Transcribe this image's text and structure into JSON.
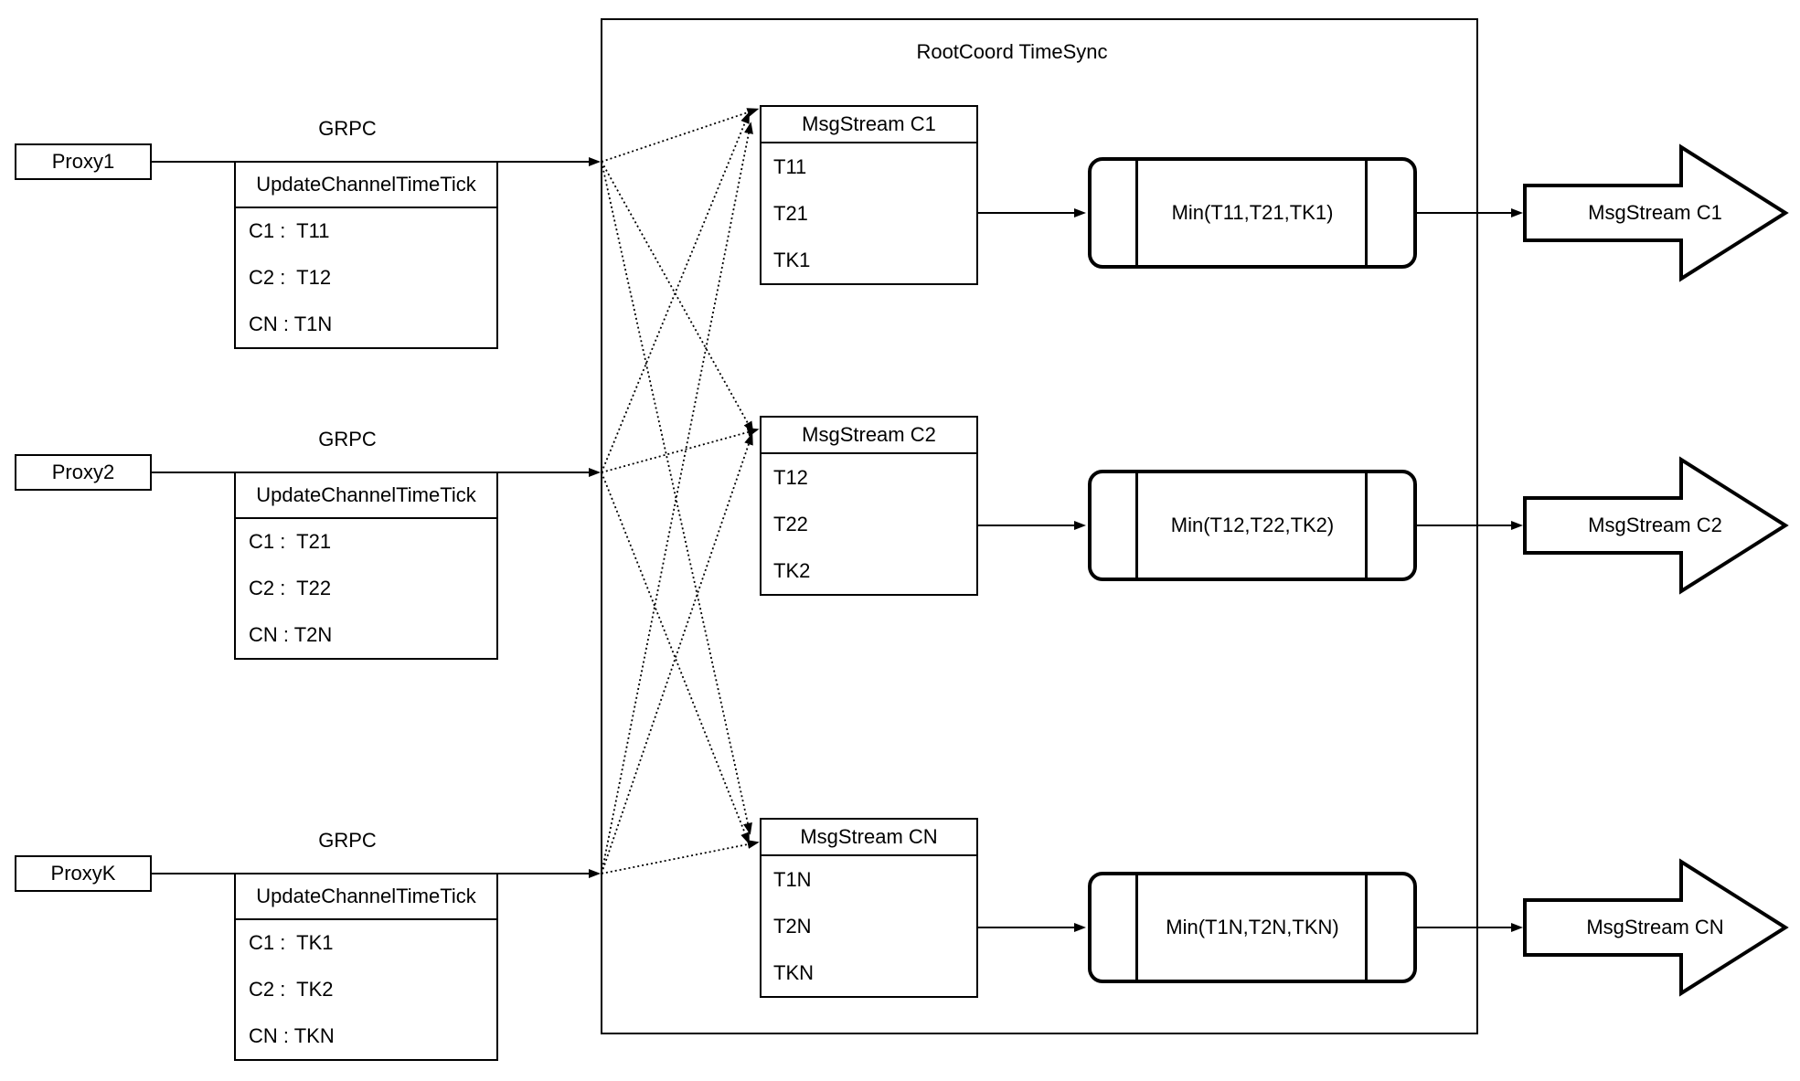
{
  "diagram": {
    "container_title": "RootCoord TimeSync",
    "proxies": [
      {
        "label": "Proxy1",
        "protocol": "GRPC",
        "table": {
          "header": "UpdateChannelTimeTick",
          "rows": [
            "C1 :  T11",
            "C2 :  T12",
            "CN : T1N"
          ]
        }
      },
      {
        "label": "Proxy2",
        "protocol": "GRPC",
        "table": {
          "header": "UpdateChannelTimeTick",
          "rows": [
            "C1 :  T21",
            "C2 :  T22",
            "CN : T2N"
          ]
        }
      },
      {
        "label": "ProxyK",
        "protocol": "GRPC",
        "table": {
          "header": "UpdateChannelTimeTick",
          "rows": [
            "C1 :  TK1",
            "C2 :  TK2",
            "CN : TKN"
          ]
        }
      }
    ],
    "streams": [
      {
        "title": "MsgStream C1",
        "ticks": [
          "T11",
          "T21",
          "TK1"
        ],
        "min_label": "Min(T11,T21,TK1)",
        "output_label": "MsgStream C1"
      },
      {
        "title": "MsgStream C2",
        "ticks": [
          "T12",
          "T22",
          "TK2"
        ],
        "min_label": "Min(T12,T22,TK2)",
        "output_label": "MsgStream C2"
      },
      {
        "title": "MsgStream CN",
        "ticks": [
          "T1N",
          "T2N",
          "TKN"
        ],
        "min_label": "Min(T1N,T2N,TKN)",
        "output_label": "MsgStream CN"
      }
    ]
  }
}
